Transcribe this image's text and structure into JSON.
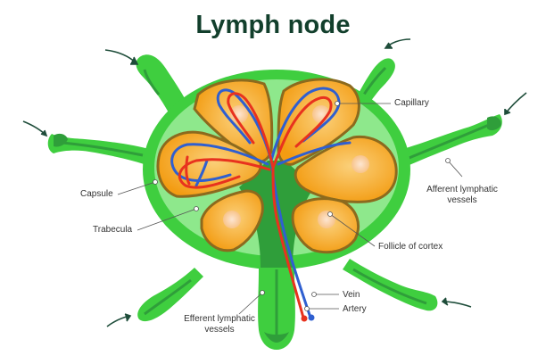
{
  "title": "Lymph node",
  "labels": {
    "capillary": "Capillary",
    "afferent": "Afferent lymphatic\nvessels",
    "capsule": "Capsule",
    "trabecula": "Trabecula",
    "follicle": "Follicle of cortex",
    "vein": "Vein",
    "artery": "Artery",
    "efferent": "Efferent lymphatic\nvessels"
  },
  "colors": {
    "capsule_green": "#3fce3f",
    "inner_green": "#8ee88c",
    "vessel_green": "#2f9e3a",
    "follicle_orange": "#f7a91b",
    "follicle_border": "#8c6a1e",
    "vein_blue": "#2f5fd0",
    "artery_red": "#e8321e",
    "arrow": "#1e4d3a",
    "title": "#123f2c"
  }
}
